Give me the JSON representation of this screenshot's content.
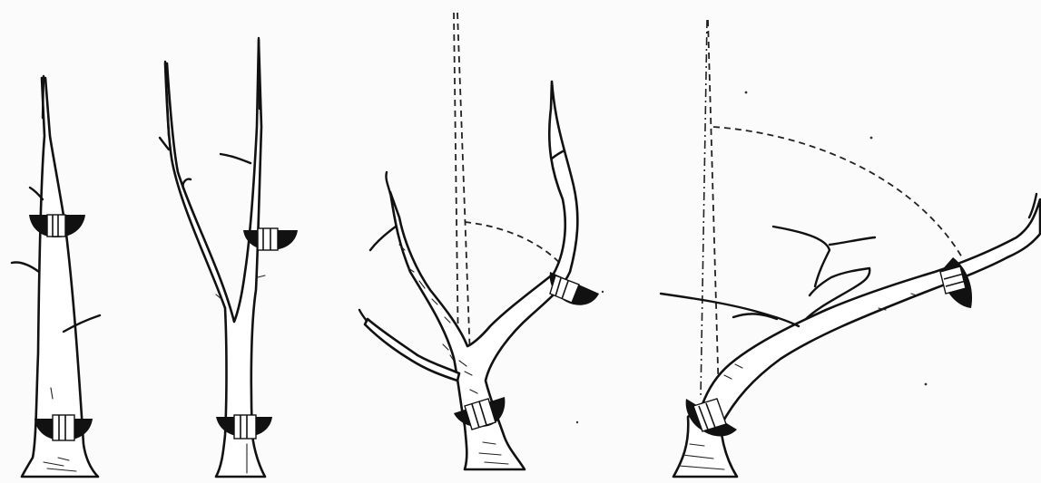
{
  "figure": {
    "stages": [
      {
        "id": "stage-1",
        "description_key": "young-vertical-tree"
      },
      {
        "id": "stage-2",
        "description_key": "forked-tree"
      },
      {
        "id": "stage-3",
        "description_key": "bent-leader"
      },
      {
        "id": "stage-4",
        "description_key": "strongly-bent-leader"
      }
    ],
    "colors": {
      "ink": "#111111",
      "paper": "#fbfbfb"
    }
  }
}
